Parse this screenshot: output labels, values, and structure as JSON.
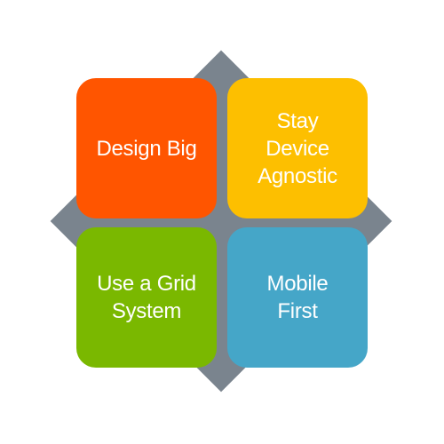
{
  "tiles": [
    {
      "label": "Design Big",
      "color": "#ff5500"
    },
    {
      "label": "Stay\nDevice\nAgnostic",
      "color": "#fdbf00"
    },
    {
      "label": "Use a Grid\nSystem",
      "color": "#7ab800"
    },
    {
      "label": "Mobile\nFirst",
      "color": "#45a6c8"
    }
  ],
  "background_diamond_color": "#7a848e"
}
